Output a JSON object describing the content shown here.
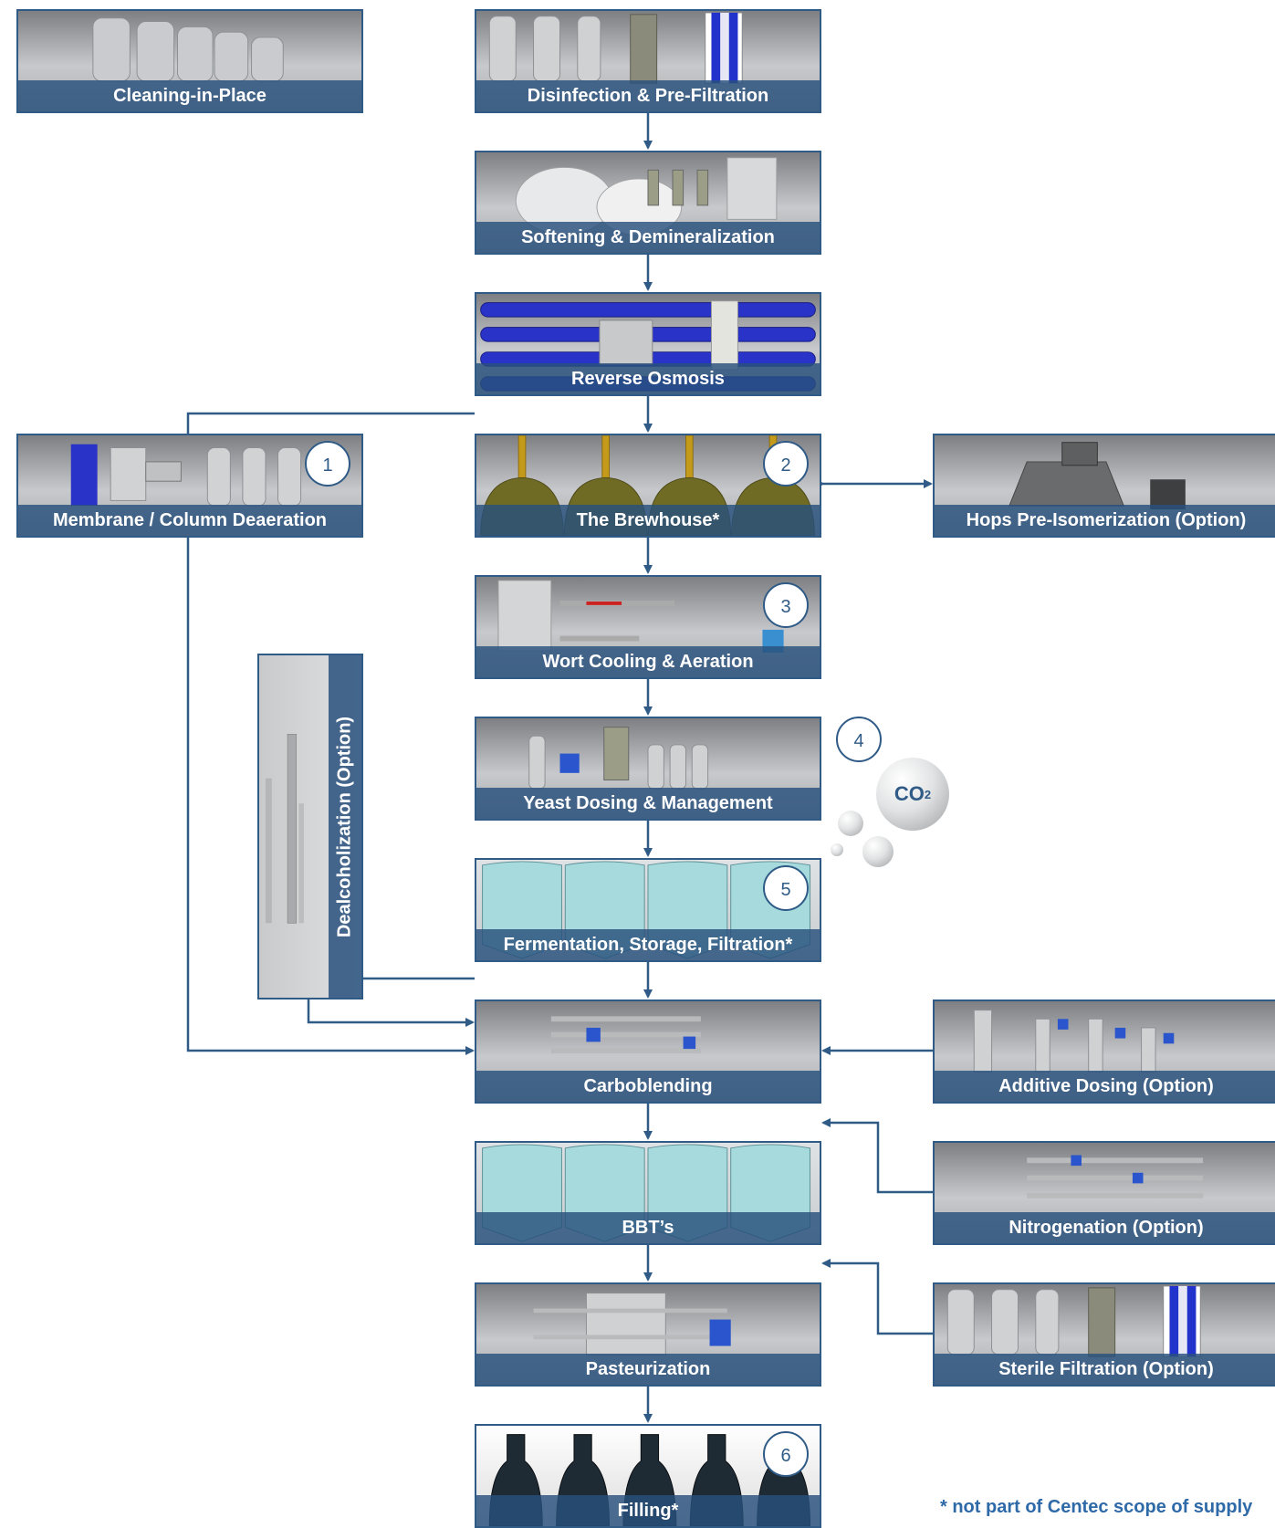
{
  "stages": {
    "cip": "Cleaning-in-Place",
    "disinfection": "Disinfection & Pre-Filtration",
    "softening": "Softening & Demineralization",
    "reverse_osmosis": "Reverse Osmosis",
    "deaeration": "Membrane / Column Deaeration",
    "brewhouse": "The Brewhouse*",
    "hops": "Hops Pre-Isomerization (Option)",
    "wort": "Wort Cooling & Aeration",
    "yeast": "Yeast Dosing & Management",
    "fermentation": "Fermentation, Storage, Filtration*",
    "dealcoholization": "Dealcoholization (Option)",
    "carboblending": "Carboblending",
    "additive": "Additive Dosing (Option)",
    "bbt": "BBT’s",
    "nitrogenation": "Nitrogenation (Option)",
    "pasteurization": "Pasteurization",
    "sterile": "Sterile Filtration (Option)",
    "filling": "Filling*"
  },
  "numbers": {
    "n1": "1",
    "n2": "2",
    "n3": "3",
    "n4": "4",
    "n5": "5",
    "n6": "6"
  },
  "co2": {
    "base": "CO",
    "sub": "2"
  },
  "footnote": "* not part of Centec scope of supply",
  "colors": {
    "accent": "#2f5b86",
    "label_bg": "#28507d",
    "footnote": "#2f6aa8"
  }
}
